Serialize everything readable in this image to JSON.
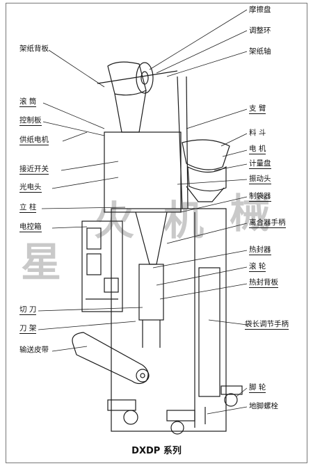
{
  "caption": "DXDP 系列",
  "watermark": [
    "星",
    "火",
    "机",
    "械"
  ],
  "labels": {
    "left": [
      "架纸背板",
      "滚    筒",
      "控制板",
      "供纸电机",
      "接近开关",
      "光电头",
      "立    柱",
      "电控箱",
      "切    刀",
      "刀    架",
      "输送皮带"
    ],
    "right": [
      "摩擦盘",
      "调整环",
      "架纸轴",
      "支    臂",
      "料    斗",
      "电    机",
      "计量盘",
      "振动头",
      "制袋器",
      "离合器手柄",
      "热封器",
      "滚    轮",
      "热封背板",
      "袋长调节手柄",
      "脚    轮",
      "地脚螺栓"
    ]
  },
  "colors": {
    "line": "#1a1a1a",
    "watermark": "#3c3c3c"
  }
}
